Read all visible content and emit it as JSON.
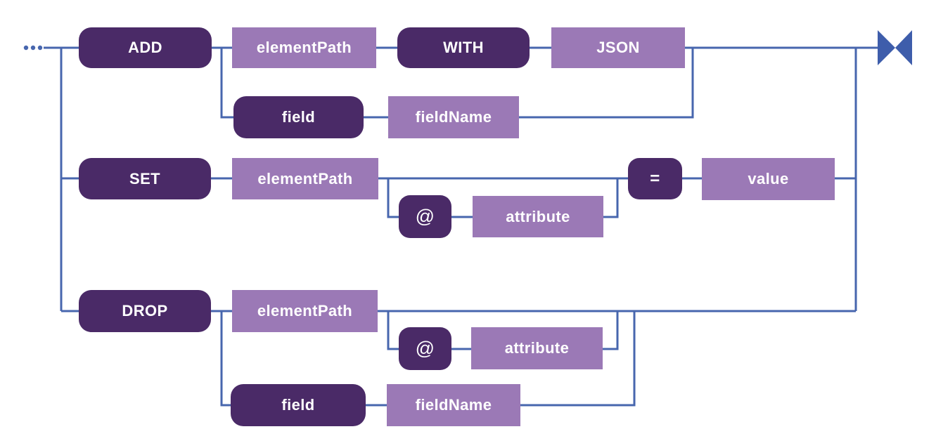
{
  "colors": {
    "keyword_box": "#4a2a67",
    "variable_box": "#9b79b6",
    "connector": "#4766ae",
    "terminator": "#3e5dab",
    "box_text": "#ffffff",
    "background": "#ffffff"
  },
  "icons": {
    "start": "ellipsis-dots-icon",
    "end": "bowtie-terminator-icon"
  },
  "nodes": {
    "add": "ADD",
    "element_path": "elementPath",
    "with": "WITH",
    "json": "JSON",
    "field": "field",
    "field_name": "fieldName",
    "set": "SET",
    "at": "@",
    "attribute": "attribute",
    "equals": "=",
    "value": "value",
    "drop": "DROP"
  }
}
